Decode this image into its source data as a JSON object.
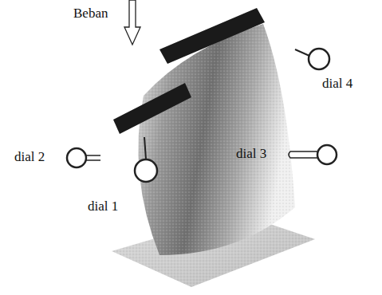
{
  "diagram": {
    "labels": [
      "Beban",
      "dial 4",
      "dial 2",
      "dial 1",
      "dial 3"
    ]
  }
}
